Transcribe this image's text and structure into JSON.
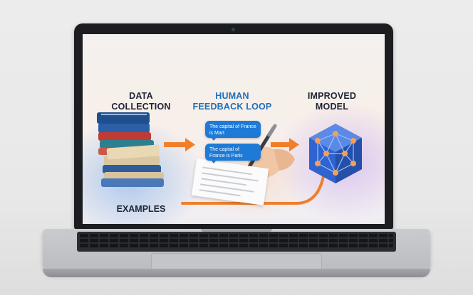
{
  "diagram": {
    "headings": {
      "data_collection": "DATA\nCOLLECTION",
      "human_feedback": "HUMAN\nFEEDBACK LOOP",
      "improved_model": "IMPROVED\nMODEL",
      "examples": "EXAMPLES"
    },
    "bubbles": [
      {
        "text": "The capital of France\nis Mart"
      },
      {
        "text": "The capital of\nFrance is Paris"
      }
    ],
    "colors": {
      "accent_orange": "#f07f2a",
      "bubble_blue": "#1e7ad6",
      "heading_blue": "#1f6fb8",
      "heading_dark": "#1d2433",
      "model_node": "#f2a05a",
      "model_face": "#3b6ed8"
    },
    "icons": [
      "books-icon",
      "arrow-right-icon",
      "chat-bubble-icon",
      "hand-writing-icon",
      "pen-icon",
      "paper-icon",
      "neural-network-hexagon-icon",
      "loop-arrow-icon"
    ]
  }
}
